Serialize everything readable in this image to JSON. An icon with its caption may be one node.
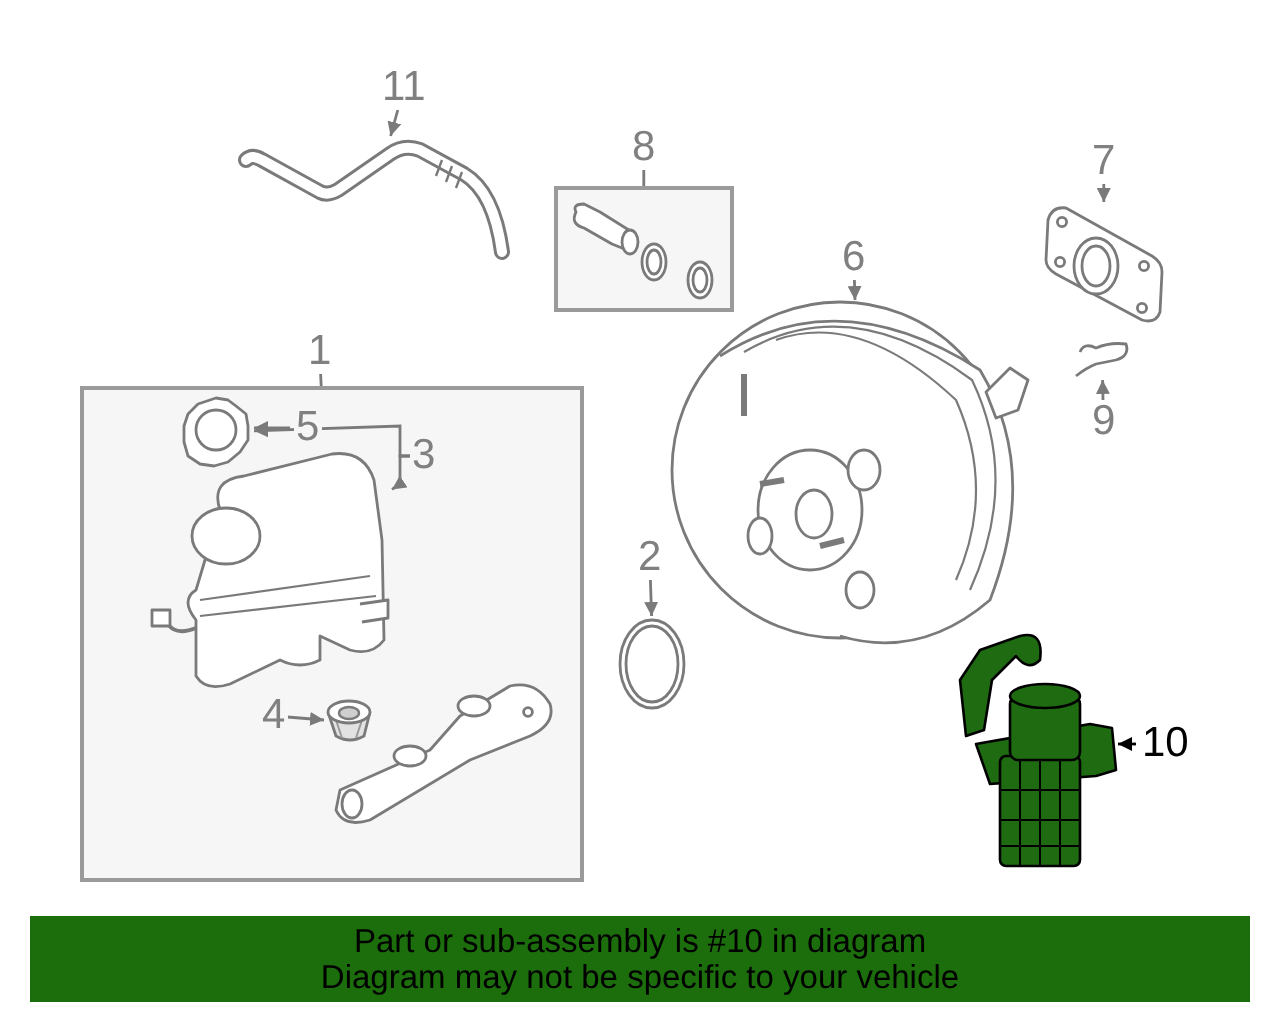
{
  "diagram": {
    "nodes": [
      {
        "text": [
          "11"
        ]
      },
      {
        "text": [],
        "shape": "picture"
      },
      {
        "text": [
          "8"
        ]
      },
      {
        "text": [],
        "shape": "box"
      },
      {
        "text": [
          "7"
        ]
      },
      {
        "text": [],
        "shape": "picture"
      },
      {
        "text": [
          "6"
        ]
      },
      {
        "text": [],
        "shape": "picture"
      },
      {
        "text": [
          "9"
        ]
      },
      {
        "text": [],
        "shape": "picture"
      },
      {
        "text": [
          "1"
        ]
      },
      {
        "text": [],
        "shape": "box"
      },
      {
        "text": [
          "5"
        ],
        "in": 11
      },
      {
        "text": [],
        "shape": "picture",
        "in": 11
      },
      {
        "text": [
          "3"
        ],
        "in": 11
      },
      {
        "text": [],
        "shape": "picture",
        "in": 11
      },
      {
        "text": [
          "4"
        ],
        "in": 11
      },
      {
        "text": [],
        "shape": "picture",
        "in": 11
      },
      {
        "text": [
          "2"
        ]
      },
      {
        "text": [],
        "shape": "picture"
      },
      {
        "text": [
          "10"
        ]
      },
      {
        "text": [],
        "shape": "picture"
      },
      {
        "text": [
          "Part or sub-assembly is #10 in diagram",
          "Diagram may not be specific to your vehicle"
        ]
      }
    ],
    "edges": [
      {
        "from": 0,
        "to": 1,
        "arrow": "to"
      },
      {
        "from": 2,
        "to": 3,
        "arrow": "none"
      },
      {
        "from": 4,
        "to": 5,
        "arrow": "to"
      },
      {
        "from": 6,
        "to": 7,
        "arrow": "to"
      },
      {
        "from": 8,
        "to": 9,
        "arrow": "to"
      },
      {
        "from": 10,
        "to": 11,
        "arrow": "none"
      },
      {
        "from": 12,
        "to": 13,
        "arrow": "to"
      },
      {
        "from": 14,
        "to": 13,
        "arrow": "to"
      },
      {
        "from": 14,
        "to": 15,
        "arrow": "to"
      },
      {
        "from": 16,
        "to": 17,
        "arrow": "to"
      },
      {
        "from": 18,
        "to": 19,
        "arrow": "to"
      },
      {
        "from": 20,
        "to": 21,
        "arrow": "to",
        "color": "#000000"
      }
    ]
  }
}
